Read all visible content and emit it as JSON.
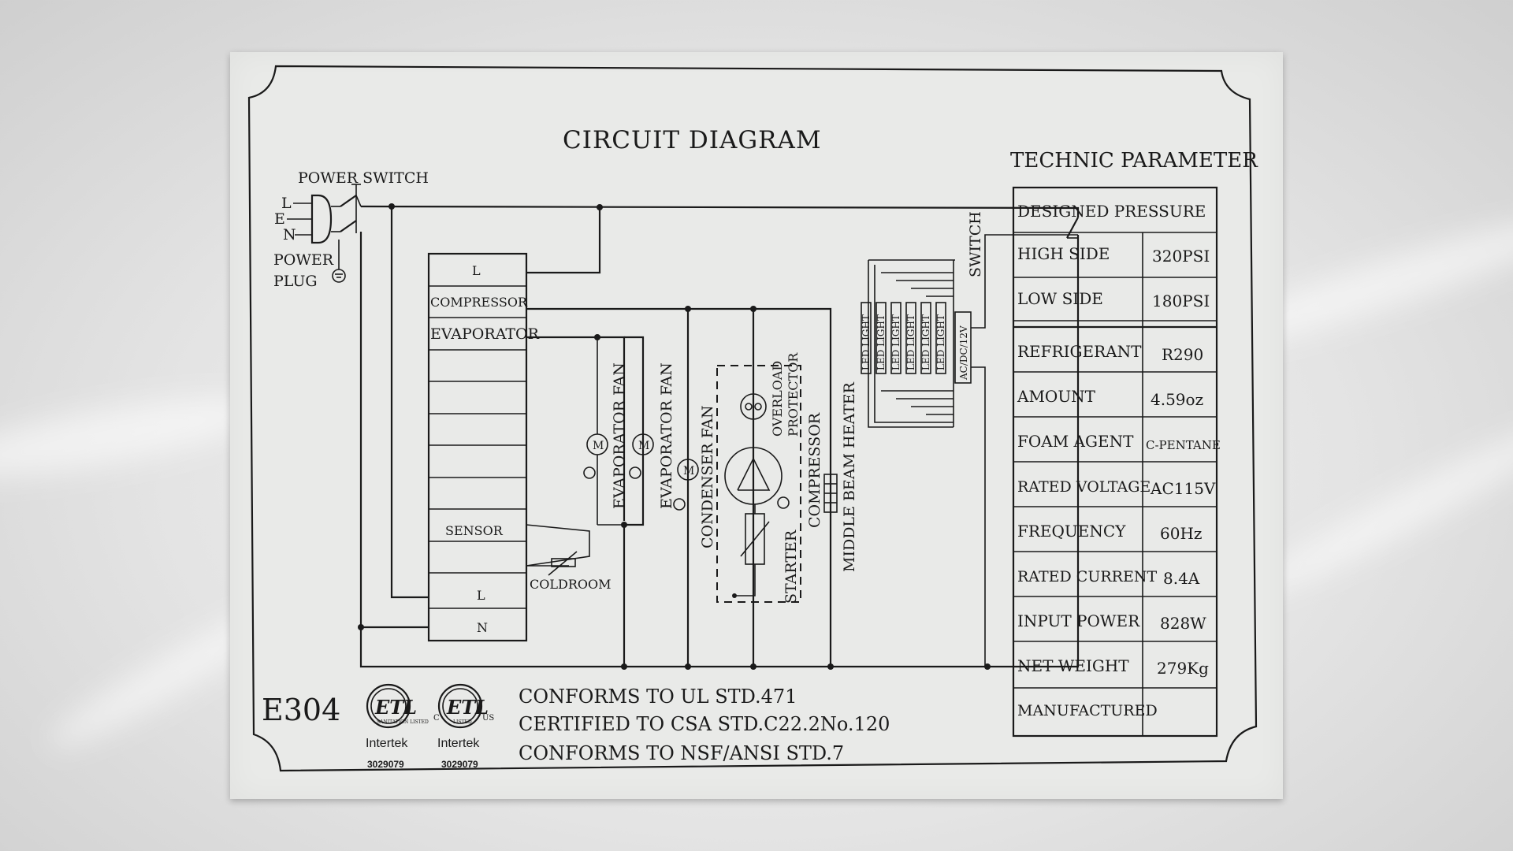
{
  "diagram": {
    "title": "CIRCUIT DIAGRAM",
    "power_switch_label": "POWER SWITCH",
    "plug_pins": [
      "L",
      "E",
      "N"
    ],
    "power_plug_label": [
      "POWER",
      "PLUG"
    ],
    "terminal_block": [
      "L",
      "COMPRESSOR",
      "EVAPORATOR",
      "",
      "",
      "",
      "",
      "",
      "SENSOR",
      "",
      "L",
      "N"
    ],
    "coldroom_label": "COLDROOM",
    "evaporator_fan_labels": [
      "EVAPORATOR FAN",
      "EVAPORATOR FAN"
    ],
    "condenser_fan_label": "CONDENSER FAN",
    "overload_protector_label": [
      "OVERLOAD",
      "PROTECTOR"
    ],
    "compressor_label": "COMPRESSOR",
    "starter_label": "STARTER",
    "middle_beam_heater_label": "MIDDLE BEAM HEATER",
    "led_labels": [
      "LED LIGHT",
      "LED LIGHT",
      "LED LIGHT",
      "LED LIGHT",
      "LED LIGHT",
      "LED LIGHT"
    ],
    "ac_dc_label": "AC/DC/12V",
    "switch_label": "SWITCH",
    "motor_symbol": "M"
  },
  "technic_parameter": {
    "title": "TECHNIC PARAMETER",
    "header": "DESIGNED PRESSURE",
    "rows": [
      {
        "label": "HIGH SIDE",
        "value": "320PSI"
      },
      {
        "label": "LOW SIDE",
        "value": "180PSI"
      },
      {
        "label": "REFRIGERANT",
        "value": "R290"
      },
      {
        "label": "AMOUNT",
        "value": "4.59oz"
      },
      {
        "label": "FOAM AGENT",
        "value": "C-PENTANE"
      },
      {
        "label": "RATED VOLTAGE",
        "value": "AC115V"
      },
      {
        "label": "FREQUENCY",
        "value": "60Hz"
      },
      {
        "label": "RATED CURRENT",
        "value": "8.4A"
      },
      {
        "label": "INPUT POWER",
        "value": "828W"
      },
      {
        "label": "NET WEIGHT",
        "value": "279Kg"
      },
      {
        "label": "MANUFACTURED",
        "value": ""
      }
    ]
  },
  "footer": {
    "model": "E304",
    "certifications": [
      {
        "mark": "ETL",
        "brand": "Intertek",
        "number": "3029079"
      },
      {
        "mark": "ETL",
        "brand": "Intertek",
        "number": "3029079"
      }
    ],
    "etl_small_left": "SANITATION LISTED",
    "etl_small_right": "LISTED",
    "etl_c": "C",
    "etl_us": "US",
    "conformity": [
      "CONFORMS TO UL STD.471",
      "CERTIFIED TO CSA STD.C22.2No.120",
      "CONFORMS TO NSF/ANSI STD.7"
    ]
  },
  "colors": {
    "plate": "#e9eae8",
    "ink": "#1a1a1a"
  }
}
